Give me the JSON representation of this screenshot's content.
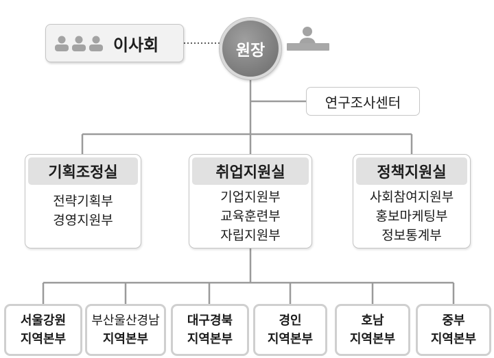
{
  "board": {
    "label": "이사회",
    "icon": "people-icon"
  },
  "director": {
    "label": "원장",
    "icon": "desk-person-icon"
  },
  "research_center": {
    "label": "연구조사센터"
  },
  "departments": [
    {
      "name": "기획조정실",
      "units": [
        "전략기획부",
        "경영지원부"
      ]
    },
    {
      "name": "취업지원실",
      "units": [
        "기업지원부",
        "교육훈련부",
        "자립지원부"
      ]
    },
    {
      "name": "정책지원실",
      "units": [
        "사회참여지원부",
        "홍보마케팅부",
        "정보통계부"
      ]
    }
  ],
  "regional_offices": [
    {
      "line1": "서울강원",
      "line2": "지역본부"
    },
    {
      "line1": "부산울산경남",
      "line2": "지역본부"
    },
    {
      "line1": "대구경북",
      "line2": "지역본부"
    },
    {
      "line1": "경인",
      "line2": "지역본부"
    },
    {
      "line1": "호남",
      "line2": "지역본부"
    },
    {
      "line1": "중부",
      "line2": "지역본부"
    }
  ],
  "colors": {
    "line": "#9a9a9a",
    "head_fill": "#e1e1e1",
    "director_fill": "#858585"
  }
}
